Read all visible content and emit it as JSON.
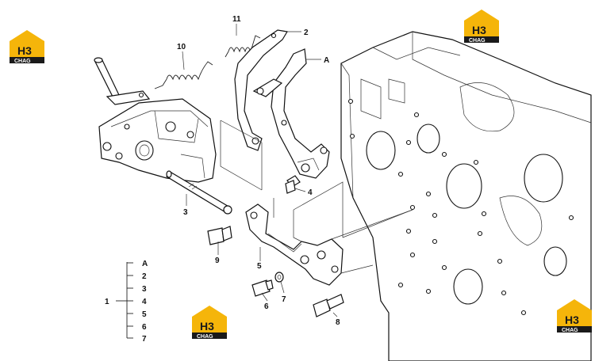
{
  "callouts": {
    "c11": "11",
    "c10": "10",
    "c2": "2",
    "cA": "A",
    "c4": "4",
    "c3": "3",
    "c9": "9",
    "c5": "5",
    "c6": "6",
    "c7": "7",
    "c8": "8"
  },
  "legend": {
    "root": "1",
    "items": [
      "A",
      "2",
      "3",
      "4",
      "5",
      "6",
      "7"
    ]
  },
  "logo": {
    "mark": "H3",
    "brand": "CHAG",
    "color_yellow": "#f5b50a",
    "color_black": "#1a1a1a"
  }
}
